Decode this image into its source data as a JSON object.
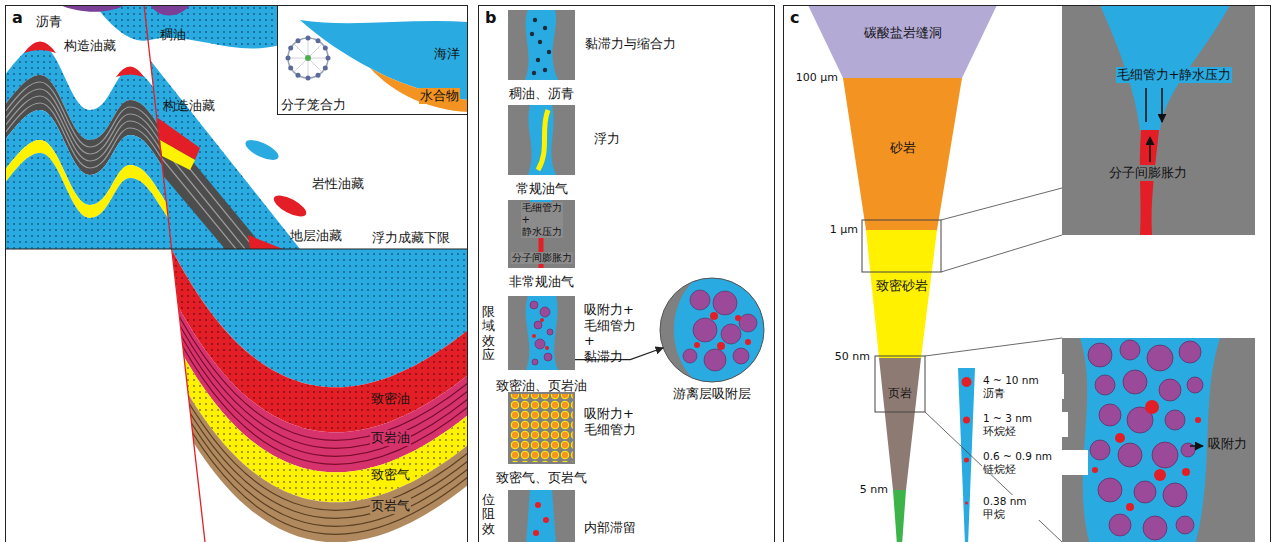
{
  "diagram": {
    "nodes": [
      {
        "text": [
          "a"
        ]
      },
      {
        "text": [
          "海洋",
          "水合物",
          "分子笼合力"
        ],
        "in": 0
      },
      {
        "text": [
          "b"
        ]
      },
      {
        "text": [
          "黏滞力与缩合力",
          "稠油、沥青"
        ],
        "in": 2
      },
      {
        "text": [
          "浮力",
          "常规油气"
        ],
        "in": 2
      },
      {
        "text": [
          "毛细管力+ 静水压力",
          "分子间膨胀力",
          "非常规油气"
        ],
        "in": 2
      },
      {
        "text": [
          "吸附力+ 毛细管力+ 黏滞力",
          "致密油、页岩油"
        ],
        "in": 2
      },
      {
        "text": [
          "游离层吸附层"
        ],
        "in": 2
      },
      {
        "text": [
          "吸附力+ 毛细管力",
          "致密气、页岩气"
        ],
        "in": 2
      },
      {
        "text": [
          "内部滞留"
        ],
        "in": 2
      },
      {
        "text": [
          "c"
        ]
      },
      {
        "text": [
          "碳酸盐岩缝洞"
        ],
        "in": 10
      },
      {
        "text": [
          "砂岩"
        ],
        "in": 10
      },
      {
        "text": [
          "致密砂岩"
        ],
        "in": 10
      },
      {
        "text": [
          "页岩"
        ],
        "in": 10
      },
      {
        "text": [
          "毛细管力+静水压力",
          "分子间膨胀力"
        ],
        "in": 10
      },
      {
        "text": [
          "吸附力"
        ],
        "in": 10
      }
    ],
    "edges": [
      {
        "from": 6,
        "to": 7,
        "arrow": "to"
      }
    ],
    "labels": [
      "沥青",
      "构造油藏",
      "稠油",
      "构造油藏",
      "岩性油藏",
      "地层油藏",
      "浮力成藏下限",
      "致密油",
      "页岩油",
      "致密气",
      "页岩气",
      "限域效应",
      "位阻效",
      "100 μm",
      "1 μm",
      "50 nm",
      "5 nm",
      "4 ~ 10 nm 沥青",
      "1 ~ 3 nm 环烷烃",
      "0.6 ~ 0.9 nm 链烷烃",
      "0.38 nm 甲烷"
    ]
  }
}
